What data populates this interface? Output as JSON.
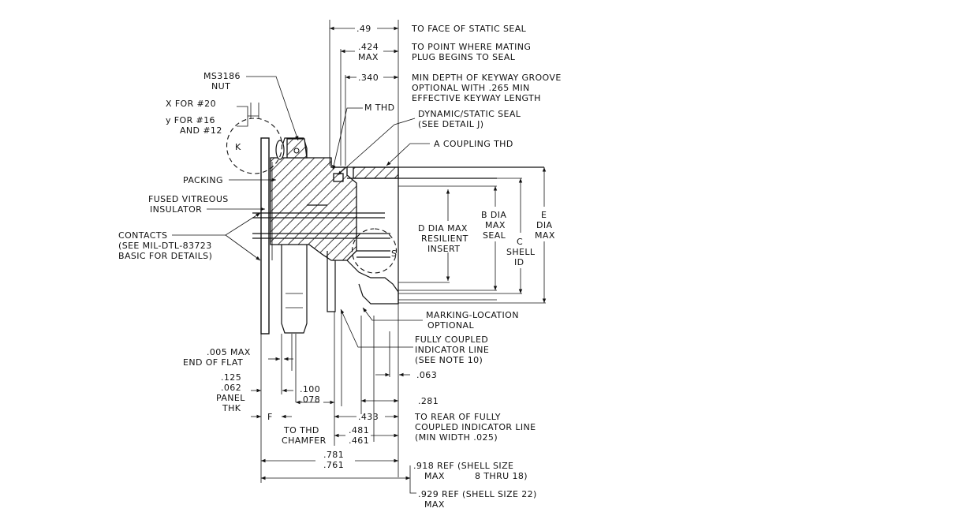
{
  "labels": {
    "face_static_seal_dim": ".49",
    "face_static_seal_text": "TO FACE OF STATIC SEAL",
    "mating_dim_1": ".424",
    "mating_dim_2": "MAX",
    "mating_text_1": "TO POINT WHERE MATING",
    "mating_text_2": "PLUG BEGINS TO SEAL",
    "keyway_dim": ".340",
    "keyway_text_1": "MIN DEPTH OF KEYWAY GROOVE",
    "keyway_text_2": "OPTIONAL WITH .265 MIN",
    "keyway_text_3": "EFFECTIVE KEYWAY LENGTH",
    "nut_1": "MS3186",
    "nut_2": "NUT",
    "m_thd": "M THD",
    "dyn_seal_1": "DYNAMIC/STATIC SEAL",
    "dyn_seal_2": "(SEE DETAIL J)",
    "a_coupling": "A COUPLING THD",
    "x_for": "X FOR #20",
    "y_for_1": "y FOR #16",
    "y_for_2": "AND #12",
    "detail_k": "K",
    "packing": "PACKING",
    "fused_1": "FUSED VITREOUS",
    "fused_2": "INSULATOR",
    "contacts_1": "CONTACTS",
    "contacts_2": "(SEE MIL-DTL-83723",
    "contacts_3": "BASIC FOR DETAILS)",
    "d_dia_1": "D DIA MAX",
    "d_dia_2": "RESILIENT",
    "d_dia_3": "INSERT",
    "b_dia_1": "B DIA",
    "b_dia_2": "MAX",
    "b_dia_3": "SEAL",
    "c_shell_1": "C",
    "c_shell_2": "SHELL",
    "c_shell_3": "ID",
    "e_dia_1": "E",
    "e_dia_2": "DIA",
    "e_dia_3": "MAX",
    "detail_s": "S",
    "marking_1": "MARKING-LOCATION",
    "marking_2": "OPTIONAL",
    "fully_1": "FULLY COUPLED",
    "fully_2": "INDICATOR LINE",
    "fully_3": "(SEE NOTE 10)",
    "end_flat_1": ".005 MAX",
    "end_flat_2": "END OF FLAT",
    "panel_1": ".125",
    "panel_2": ".062",
    "panel_3": "PANEL",
    "panel_4": "THK",
    "dim_063": ".063",
    "dim_100": ".100",
    "dim_078": ".078",
    "dim_281": ".281",
    "f_label": "F",
    "dim_433": ".433",
    "rear_1": "TO REAR OF FULLY",
    "rear_2": "COUPLED INDICATOR LINE",
    "rear_3": "(MIN WIDTH .025)",
    "thd_1": "TO THD",
    "thd_2": "CHAMFER",
    "dim_481": ".481",
    "dim_461": ".461",
    "dim_781": ".781",
    "dim_761": ".761",
    "ref918_1": ".918 REF (SHELL SIZE",
    "ref918_2": "MAX",
    "ref918_3": "8 THRU 18)",
    "ref929_1": ".929 REF (SHELL SIZE 22)",
    "ref929_2": "MAX"
  }
}
